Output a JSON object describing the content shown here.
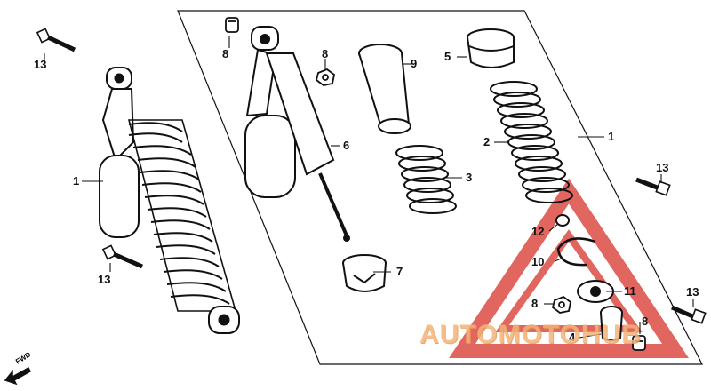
{
  "diagram": {
    "callouts": [
      {
        "id": "c13a",
        "text": "13"
      },
      {
        "id": "c1a",
        "text": "1"
      },
      {
        "id": "c13b",
        "text": "13"
      },
      {
        "id": "c8a",
        "text": "8"
      },
      {
        "id": "c8b",
        "text": "8"
      },
      {
        "id": "c6",
        "text": "6"
      },
      {
        "id": "c9",
        "text": "9"
      },
      {
        "id": "c5",
        "text": "5"
      },
      {
        "id": "c2",
        "text": "2"
      },
      {
        "id": "c1b",
        "text": "1"
      },
      {
        "id": "c3",
        "text": "3"
      },
      {
        "id": "c7",
        "text": "7"
      },
      {
        "id": "c12",
        "text": "12"
      },
      {
        "id": "c10",
        "text": "10"
      },
      {
        "id": "c11",
        "text": "11"
      },
      {
        "id": "c8c",
        "text": "8"
      },
      {
        "id": "c4",
        "text": "4"
      },
      {
        "id": "c8d",
        "text": "8"
      },
      {
        "id": "c13c",
        "text": "13"
      },
      {
        "id": "c13d",
        "text": "13"
      }
    ],
    "fwd_label": "FWD"
  },
  "watermark": {
    "text": "AUTOMOTOHUB",
    "color": "#f3a060",
    "triangle_color": "#d9342b"
  }
}
